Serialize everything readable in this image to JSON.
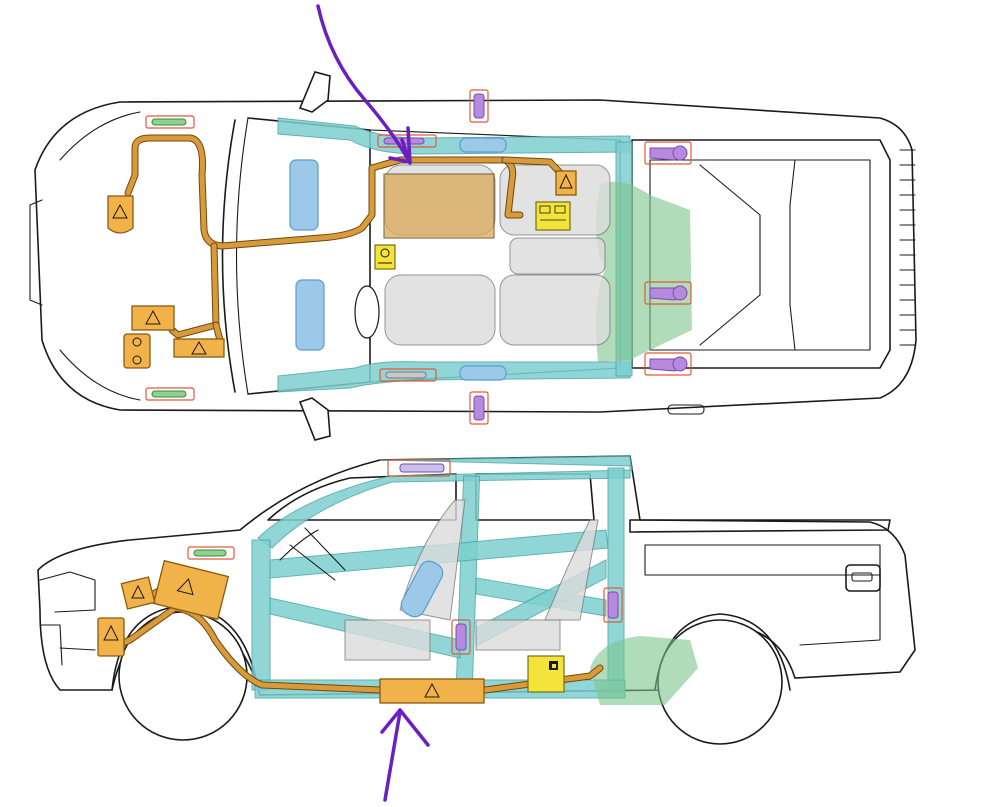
{
  "image": {
    "width": 988,
    "height": 807,
    "background": "#ffffff"
  },
  "colors": {
    "reinforcement": "#7ecfcf",
    "airbag": "#9cc9e8",
    "high_voltage": "#f2b24a",
    "low_voltage_battery": "#f4e33a",
    "gas_strut": "#b78adf",
    "gas_strut_outline": "#e05a3a",
    "pretensioner": "#8fd18f",
    "fuel_tank": "#7cc48a",
    "annotation_arrow": "#6a1fc2"
  },
  "views": [
    {
      "name": "top-view",
      "component_icons": [
        "warning-triangle-icon",
        "battery-icon",
        "airbag-icon",
        "gas-strut-icon",
        "pretensioner-icon"
      ]
    },
    {
      "name": "side-view",
      "component_icons": [
        "warning-triangle-icon",
        "battery-icon",
        "airbag-icon",
        "gas-strut-icon",
        "pretensioner-icon"
      ]
    }
  ],
  "annotations": [
    {
      "name": "arrow-top",
      "points_to": "high-voltage-battery-top"
    },
    {
      "name": "arrow-bottom",
      "points_to": "high-voltage-battery-side"
    }
  ],
  "warning_symbol": "⚡"
}
